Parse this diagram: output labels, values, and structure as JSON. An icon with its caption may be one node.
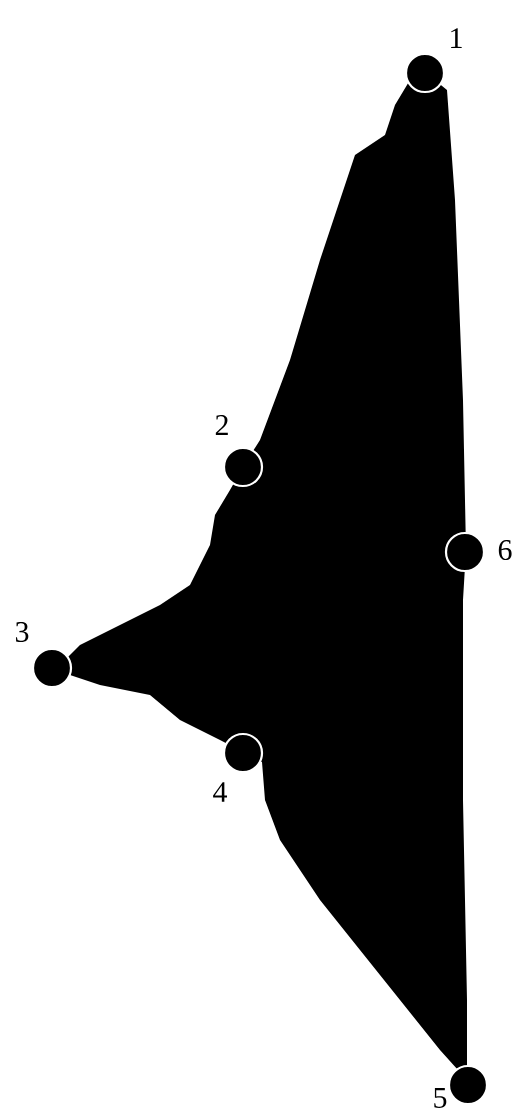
{
  "diagram": {
    "nodes": [
      {
        "text": [],
        "shape": "circle",
        "beside": [
          "1"
        ]
      },
      {
        "text": [],
        "shape": "circle",
        "beside": [
          "2"
        ]
      },
      {
        "text": [],
        "shape": "circle",
        "beside": [
          "3"
        ]
      },
      {
        "text": [],
        "shape": "circle",
        "beside": [
          "4"
        ]
      },
      {
        "text": [],
        "shape": "circle",
        "beside": [
          "5"
        ]
      },
      {
        "text": [],
        "shape": "circle",
        "beside": [
          "6"
        ]
      }
    ]
  }
}
